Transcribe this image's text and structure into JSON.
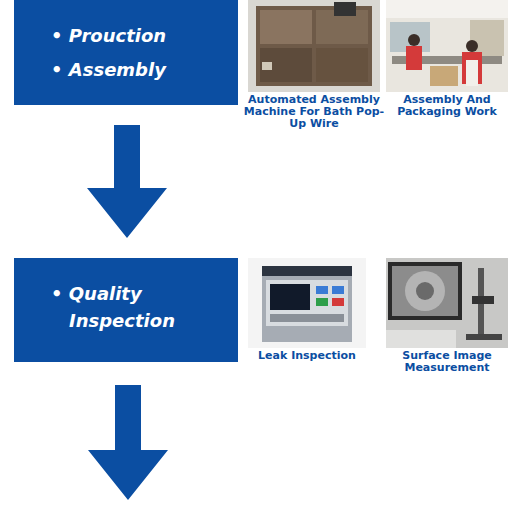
{
  "diagram": {
    "nodes": [
      {
        "text": [
          "• Prouction",
          "• Assembly"
        ]
      },
      {
        "text": [
          "• Quality Inspection"
        ]
      }
    ],
    "edges": [
      {
        "from": 0,
        "to": 1,
        "arrow": "to"
      }
    ],
    "labels": [
      "Automated Assembly Machine For Bath Pop-Up Wire",
      "Assembly And Packaging Work",
      "Leak Inspection",
      "Surface Image Measurement"
    ]
  }
}
